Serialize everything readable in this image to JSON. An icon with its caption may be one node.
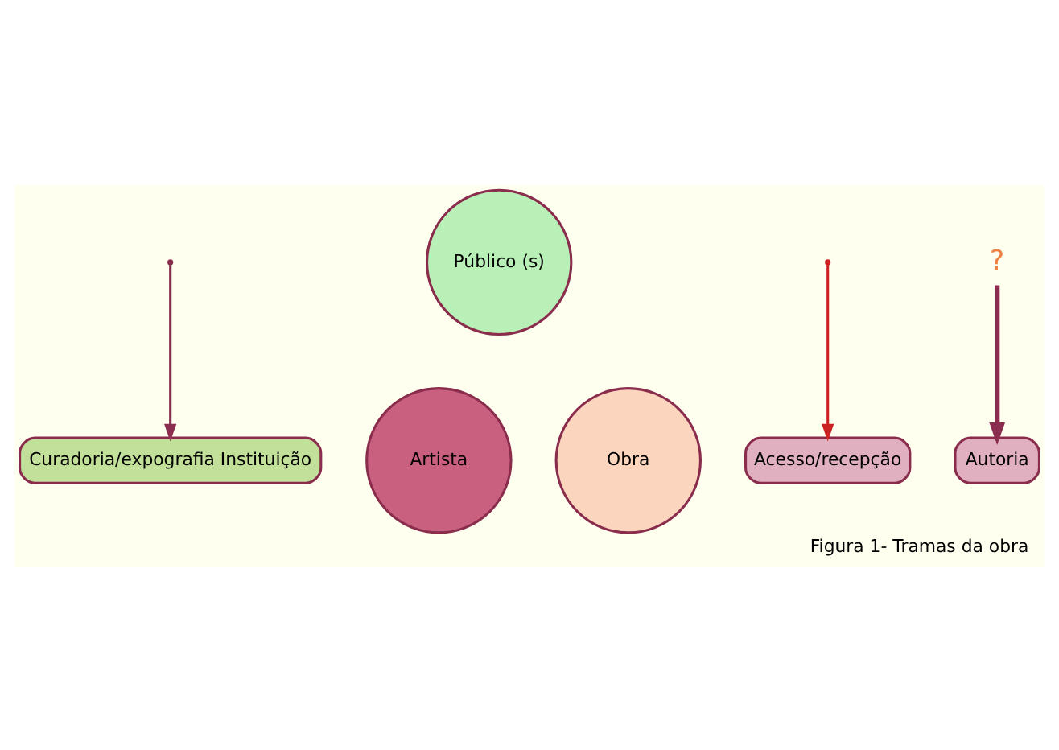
{
  "diagram": {
    "caption": "Figura 1- Tramas da obra",
    "nodes": [
      {
        "text": [
          "Curadoria/expografia Instituição"
        ]
      },
      {
        "text": [
          "Artista"
        ]
      },
      {
        "text": [
          "Obra"
        ]
      },
      {
        "text": [
          "Público (s)"
        ]
      },
      {
        "text": [
          "Acesso/recepção"
        ]
      },
      {
        "text": [
          "Autoria"
        ]
      },
      {
        "text": [
          "?"
        ]
      }
    ],
    "edges": [
      {
        "from": null,
        "to": 0,
        "arrow": "to"
      },
      {
        "from": null,
        "to": 4,
        "arrow": "to",
        "color": "#cc2222"
      },
      {
        "from": 6,
        "to": 5,
        "arrow": "to",
        "style": "thick"
      }
    ]
  }
}
